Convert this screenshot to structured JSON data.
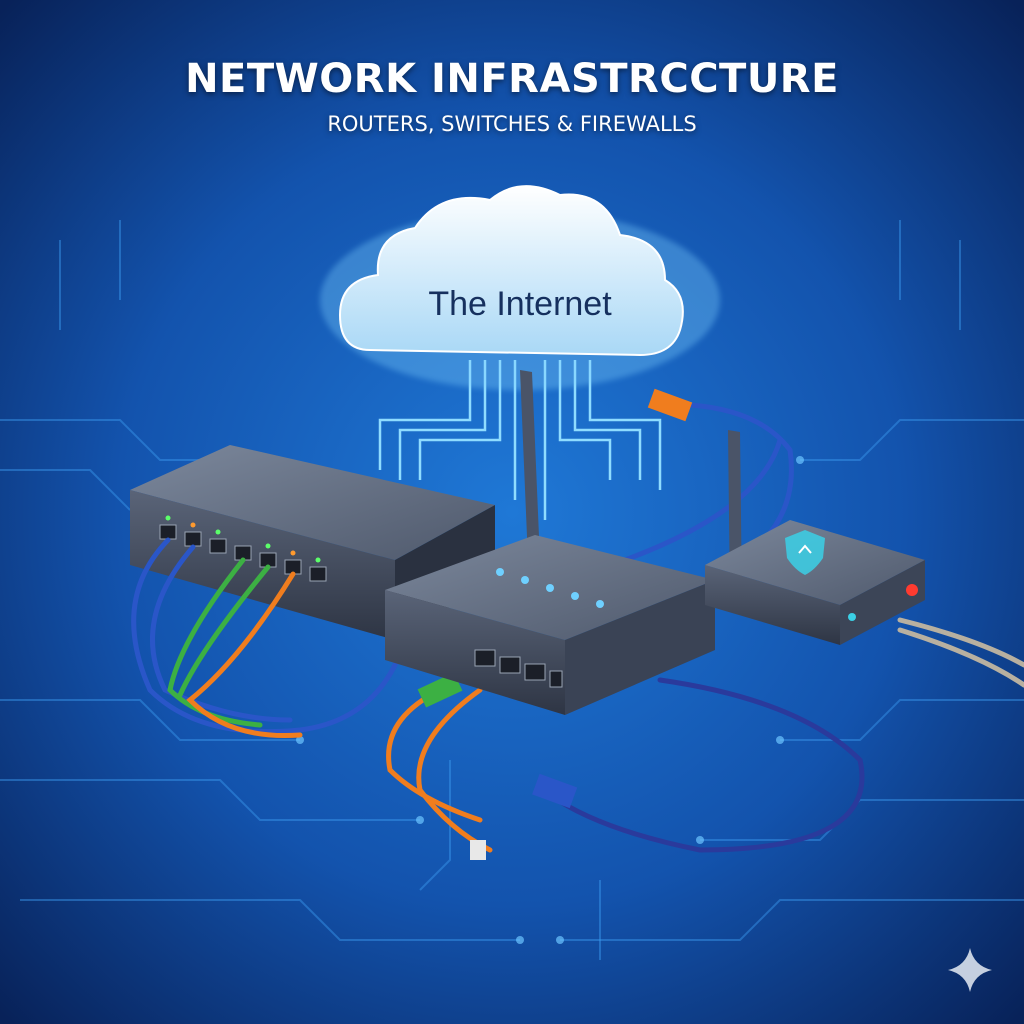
{
  "header": {
    "title": "NETWORK INFRASTRCCTURE",
    "subtitle": "ROUTERS, SWITCHES & FIREWALLS"
  },
  "cloud": {
    "label": "The Internet"
  },
  "devices": [
    "switch",
    "router",
    "firewall"
  ],
  "colors": {
    "background": "#0b2a66",
    "accent": "#3fb0ff",
    "cable_blue": "#2a56c8",
    "cable_green": "#3cb043",
    "cable_orange": "#f07d1e",
    "cloud_text": "#16305e"
  },
  "icons": [
    "cloud-icon",
    "shield-icon",
    "sparkle-icon"
  ]
}
